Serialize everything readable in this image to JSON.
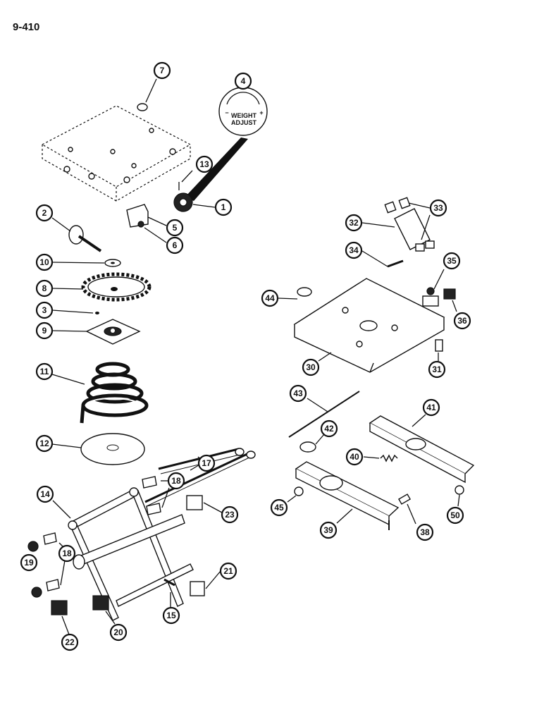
{
  "page_number": "9-410",
  "dial_label_line1": "WEIGHT",
  "dial_label_line2": "ADJUST",
  "dial_minus": "−",
  "dial_plus": "+",
  "callouts": [
    "1",
    "2",
    "3",
    "4",
    "5",
    "6",
    "7",
    "8",
    "9",
    "10",
    "11",
    "12",
    "13",
    "14",
    "15",
    "17",
    "18",
    "18",
    "19",
    "20",
    "21",
    "22",
    "23",
    "30",
    "31",
    "32",
    "33",
    "34",
    "35",
    "36",
    "38",
    "39",
    "40",
    "41",
    "42",
    "43",
    "44",
    "45",
    "50"
  ]
}
